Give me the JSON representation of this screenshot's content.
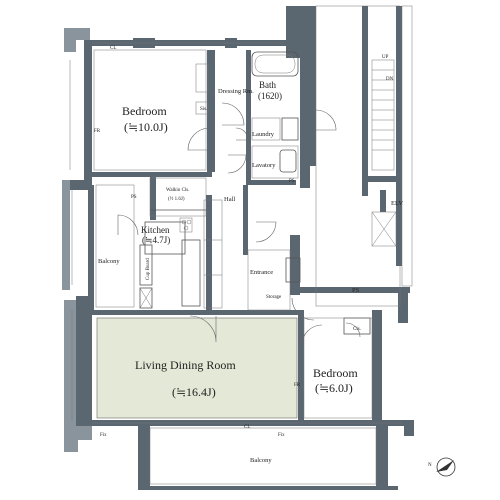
{
  "rooms": {
    "bedroom1": {
      "name": "Bedroom",
      "size": "(≒10.0J)"
    },
    "dressing": {
      "name": "Dressing Rm."
    },
    "bath": {
      "name": "Bath",
      "size": "(1620)"
    },
    "laundry": {
      "name": "Laundry"
    },
    "lavatory": {
      "name": "Lavatory"
    },
    "walkin": {
      "name": "Walkin Cls.",
      "size": "(½ 1.6J)"
    },
    "hall": {
      "name": "Hall"
    },
    "kitchen": {
      "name": "Kitchen",
      "size": "(≒4.7J)"
    },
    "balcony_side": {
      "name": "Balcony"
    },
    "cupboard": {
      "name": "Cup Board"
    },
    "entrance": {
      "name": "Entrance"
    },
    "living": {
      "name": "Living Dining Room",
      "size": "(≒16.4J)"
    },
    "bedroom2": {
      "name": "Bedroom",
      "size": "(≒6.0J)"
    },
    "balcony_bottom": {
      "name": "Balcony"
    },
    "elv": {
      "name": "ELV"
    }
  },
  "marks": {
    "fr": "FR",
    "ps": "PS",
    "cl": "CL",
    "cls": "Cls.",
    "sis": "Sis.",
    "fix": "Fix",
    "up": "UP",
    "dn": "DN",
    "storage": "Storage",
    "ps_big": "PS"
  },
  "compass": {
    "label": "N"
  },
  "colors": {
    "living_fill": "#e4e8d6",
    "wall": "#5a6670",
    "balcony_edge": "#8a949c"
  }
}
